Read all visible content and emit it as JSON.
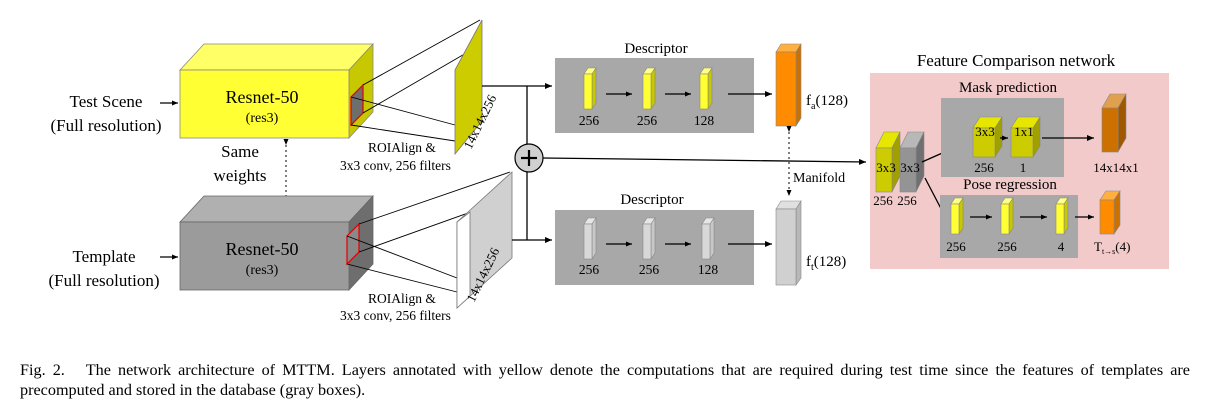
{
  "colors": {
    "yellow": "#ffff33",
    "yellow_side": "#c8c800",
    "map_yellow": "#cccc00",
    "gray_box": "#9b9b9b",
    "gray_side": "#6e6e6e",
    "descriptor_panel": "#a8a8a8",
    "fcn_panel": "#f2caca",
    "orange": "#ff8c00",
    "orange_dark": "#cc7000",
    "red": "#e00000"
  },
  "icons": [
    "plus-icon",
    "arrow-icon"
  ],
  "inputs": {
    "test": {
      "line1": "Test Scene",
      "line2": "(Full resolution)"
    },
    "template": {
      "line1": "Template",
      "line2": "(Full resolution)"
    }
  },
  "backbone": {
    "top": {
      "name": "Resnet-50",
      "sub": "(res3)"
    },
    "bottom": {
      "name": "Resnet-50",
      "sub": "(res3)"
    },
    "shared": {
      "line1": "Same",
      "line2": "weights"
    }
  },
  "roi": {
    "top": {
      "line1": "ROIAlign &",
      "line2": "3x3 conv, 256 filters",
      "size": "14x14x256"
    },
    "bottom": {
      "line1": "ROIAlign &",
      "line2": "3x3 conv, 256 filters",
      "size": "14x14x256"
    }
  },
  "descriptor": {
    "top": {
      "title": "Descriptor",
      "layers": [
        "256",
        "256",
        "128"
      ],
      "out": "f",
      "out_sub": "a",
      "out_dim": "(128)"
    },
    "bottom": {
      "title": "Descriptor",
      "layers": [
        "256",
        "256",
        "128"
      ],
      "out": "f",
      "out_sub": "t",
      "out_dim": "(128)"
    },
    "manifold": "Manifold"
  },
  "fcn": {
    "title": "Feature Comparison network",
    "input_layers": [
      "3x3",
      "3x3"
    ],
    "input_dims": [
      "256",
      "256"
    ],
    "mask": {
      "title": "Mask prediction",
      "layers": [
        "3x3",
        "1x1"
      ],
      "dims": [
        "256",
        "1"
      ],
      "out": "14x14x1"
    },
    "pose": {
      "title": "Pose regression",
      "dims": [
        "256",
        "256",
        "4"
      ],
      "out": "T",
      "out_sub": "t→s",
      "out_dim": "(4)"
    }
  },
  "caption": {
    "label": "Fig. 2.",
    "text": "The network architecture of MTTM. Layers annotated with yellow denote the computations that are required during test time since the features of templates are precomputed and stored in the database (gray boxes)."
  }
}
